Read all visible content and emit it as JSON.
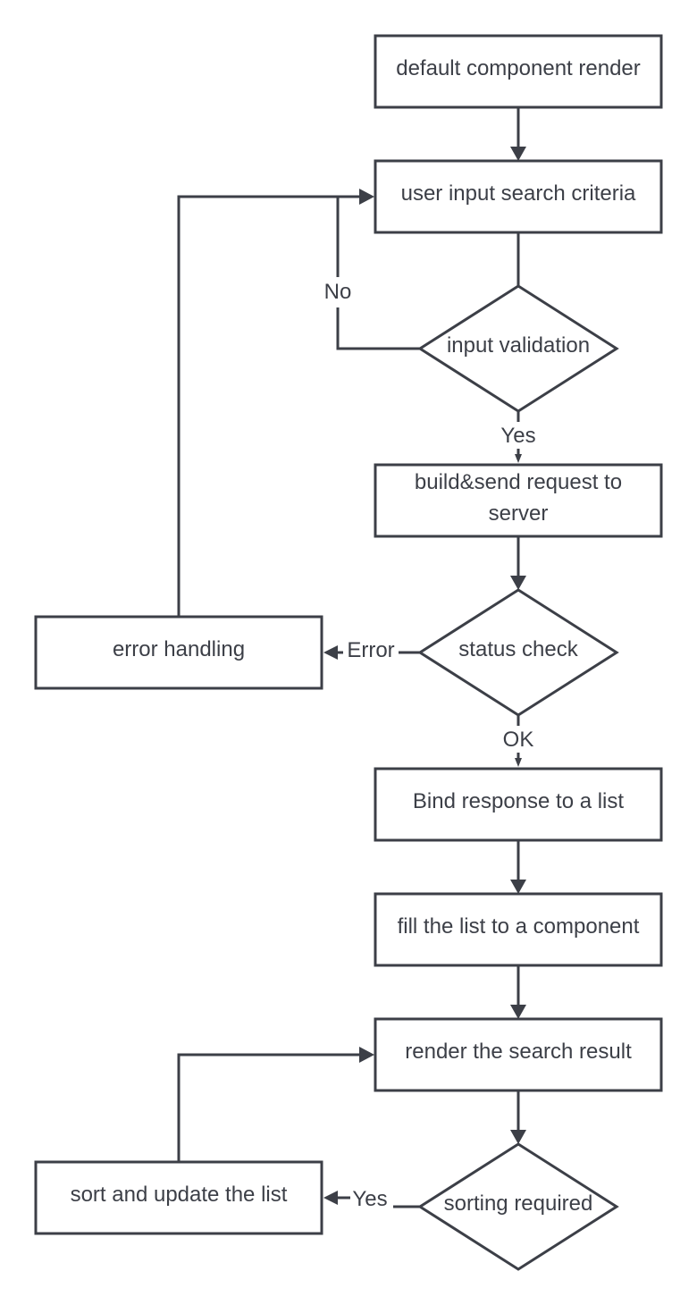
{
  "colors": {
    "stroke": "#3c3f47",
    "text": "#3c3f47",
    "background": "#ffffff"
  },
  "nodes": {
    "default_render": "default component render",
    "user_input": "user input search criteria",
    "input_validation": "input validation",
    "build_send_line1": "build&send request to",
    "build_send_line2": "server",
    "status_check": "status check",
    "error_handling": "error handling",
    "bind_response": "Bind response to a list",
    "fill_list": "fill the list to a component",
    "render_result": "render the search result",
    "sorting_required": "sorting required",
    "sort_update": "sort and update the list"
  },
  "edges": {
    "validation_no": "No",
    "validation_yes": "Yes",
    "status_error": "Error",
    "status_ok": "OK",
    "sorting_yes": "Yes"
  }
}
